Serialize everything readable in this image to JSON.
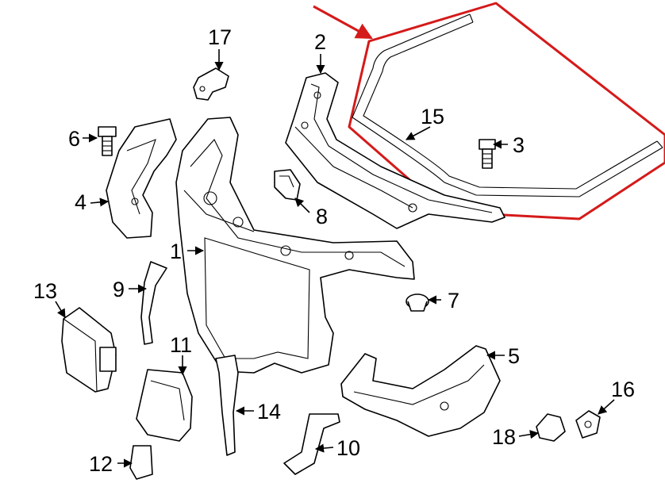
{
  "callouts": {
    "c1": "1",
    "c2": "2",
    "c3": "3",
    "c4": "4",
    "c5": "5",
    "c6": "6",
    "c7": "7",
    "c8": "8",
    "c9": "9",
    "c10": "10",
    "c11": "11",
    "c12": "12",
    "c13": "13",
    "c14": "14",
    "c15": "15",
    "c16": "16",
    "c17": "17",
    "c18": "18"
  },
  "colors": {
    "highlight": "#d51a1a",
    "line": "#000000",
    "background": "#ffffff"
  }
}
